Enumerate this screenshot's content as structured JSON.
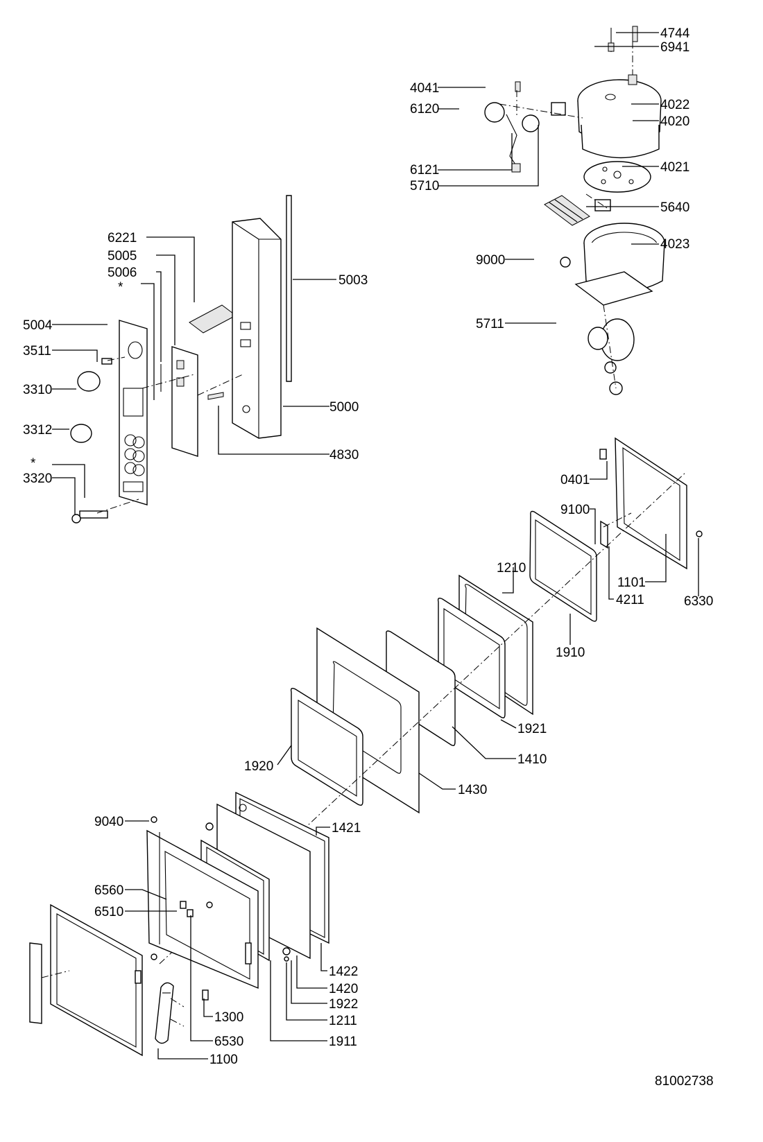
{
  "drawing_number": "81002738",
  "callouts": [
    {
      "id": "4744",
      "text": "4744"
    },
    {
      "id": "6941",
      "text": "6941"
    },
    {
      "id": "4041",
      "text": "4041"
    },
    {
      "id": "6120",
      "text": "6120"
    },
    {
      "id": "4022",
      "text": "4022"
    },
    {
      "id": "4020",
      "text": "4020"
    },
    {
      "id": "6121",
      "text": "6121"
    },
    {
      "id": "4021",
      "text": "4021"
    },
    {
      "id": "5710",
      "text": "5710"
    },
    {
      "id": "5640",
      "text": "5640"
    },
    {
      "id": "4023",
      "text": "4023"
    },
    {
      "id": "9000",
      "text": "9000"
    },
    {
      "id": "5711",
      "text": "5711"
    },
    {
      "id": "6221",
      "text": "6221"
    },
    {
      "id": "5005",
      "text": "5005"
    },
    {
      "id": "5006",
      "text": "5006"
    },
    {
      "id": "star1",
      "text": "*"
    },
    {
      "id": "5003",
      "text": "5003"
    },
    {
      "id": "5004",
      "text": "5004"
    },
    {
      "id": "3511",
      "text": "3511"
    },
    {
      "id": "3310",
      "text": "3310"
    },
    {
      "id": "3312",
      "text": "3312"
    },
    {
      "id": "5000",
      "text": "5000"
    },
    {
      "id": "4830",
      "text": "4830"
    },
    {
      "id": "star2",
      "text": "*"
    },
    {
      "id": "3320",
      "text": "3320"
    },
    {
      "id": "0401",
      "text": "0401"
    },
    {
      "id": "9100",
      "text": "9100"
    },
    {
      "id": "1101",
      "text": "1101"
    },
    {
      "id": "4211",
      "text": "4211"
    },
    {
      "id": "6330",
      "text": "6330"
    },
    {
      "id": "1210",
      "text": "1210"
    },
    {
      "id": "1910",
      "text": "1910"
    },
    {
      "id": "1921",
      "text": "1921"
    },
    {
      "id": "1410",
      "text": "1410"
    },
    {
      "id": "1920",
      "text": "1920"
    },
    {
      "id": "1430",
      "text": "1430"
    },
    {
      "id": "9040",
      "text": "9040"
    },
    {
      "id": "1421",
      "text": "1421"
    },
    {
      "id": "6560",
      "text": "6560"
    },
    {
      "id": "6510",
      "text": "6510"
    },
    {
      "id": "1422",
      "text": "1422"
    },
    {
      "id": "1420",
      "text": "1420"
    },
    {
      "id": "1922",
      "text": "1922"
    },
    {
      "id": "1300",
      "text": "1300"
    },
    {
      "id": "1211",
      "text": "1211"
    },
    {
      "id": "6530",
      "text": "6530"
    },
    {
      "id": "1911",
      "text": "1911"
    },
    {
      "id": "1100",
      "text": "1100"
    }
  ]
}
